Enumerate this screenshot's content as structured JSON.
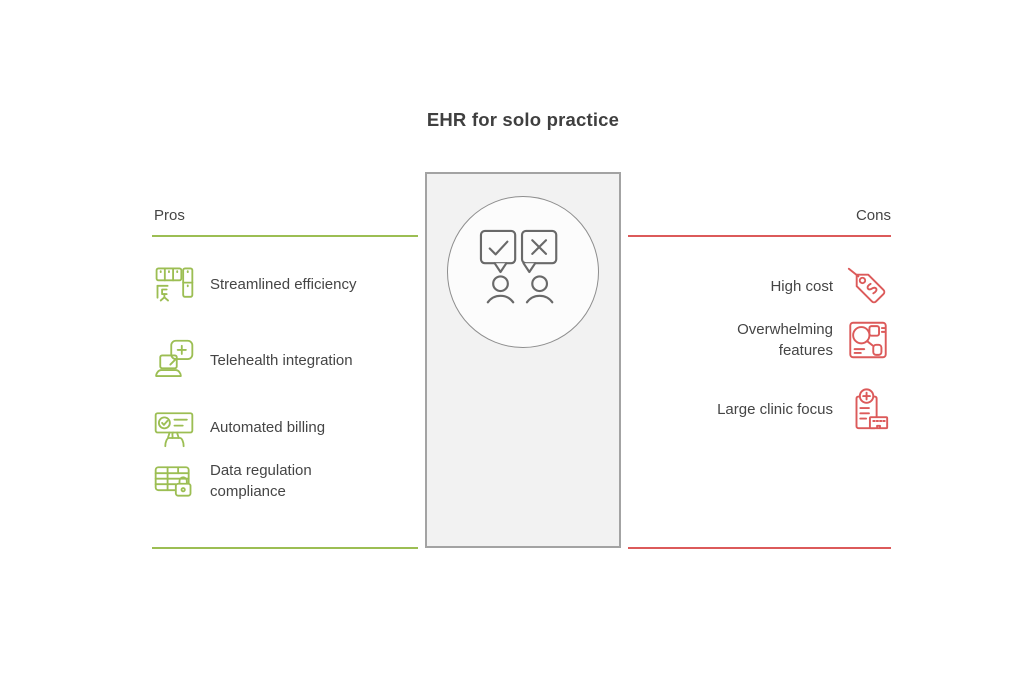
{
  "title": "EHR for solo practice",
  "palette": {
    "pros_green": "#9cbe53",
    "cons_red": "#dc5a5a",
    "text_gray": "#454545",
    "panel_fill": "#f2f2f2",
    "panel_border": "#a3a3a3",
    "center_icon_stroke": "#696969"
  },
  "pros": {
    "label": "Pros",
    "items": [
      {
        "label": "Streamlined efficiency",
        "icon": "workspace-icon"
      },
      {
        "label": "Telehealth integration",
        "icon": "telehealth-icon"
      },
      {
        "label": "Automated billing",
        "icon": "billing-icon"
      },
      {
        "label": "Data regulation compliance",
        "icon": "data-lock-icon"
      }
    ]
  },
  "cons": {
    "label": "Cons",
    "items": [
      {
        "label": "High cost",
        "icon": "price-tag-icon"
      },
      {
        "label": "Overwhelming features",
        "icon": "features-overload-icon"
      },
      {
        "label": "Large clinic focus",
        "icon": "clinic-building-icon"
      }
    ]
  },
  "center": {
    "icon": "approve-reject-people-icon"
  }
}
